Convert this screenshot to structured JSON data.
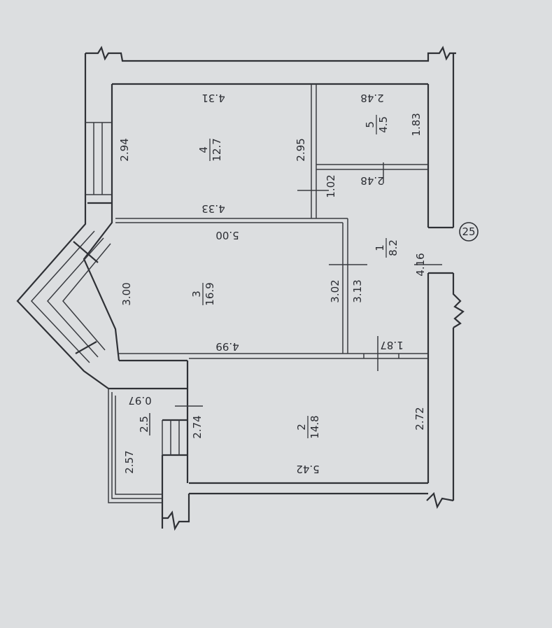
{
  "plan": {
    "apartment_number": "25",
    "rooms": [
      {
        "id": "1",
        "area": "8.2"
      },
      {
        "id": "2",
        "area": "14.8"
      },
      {
        "id": "3",
        "area": "16.9"
      },
      {
        "id": "4",
        "area": "12.7"
      },
      {
        "id": "5",
        "area": "4.5"
      }
    ],
    "dimensions": {
      "r4_top": "4.31",
      "r4_left": "2.94",
      "r4_right": "2.95",
      "r4_bottom": "4.33",
      "r5_top": "2.48",
      "r5_right": "1.83",
      "r1_top": "2.48",
      "r1_door": "1.02",
      "r1_right": "4.16",
      "r1_bottom": "1.87",
      "r3_top": "5.00",
      "r3_left": "3.00",
      "r3_right_a": "3.02",
      "r3_right_b": "3.13",
      "r3_bottom": "4.99",
      "r2_left": "2.74",
      "r2_right": "2.72",
      "r2_bottom": "5.42",
      "balcony_a": "0.97",
      "balcony_b": "2.5",
      "balcony_c": "2.57"
    }
  },
  "colors": {
    "paper": "#dcdee0",
    "ink": "#2f3136"
  }
}
